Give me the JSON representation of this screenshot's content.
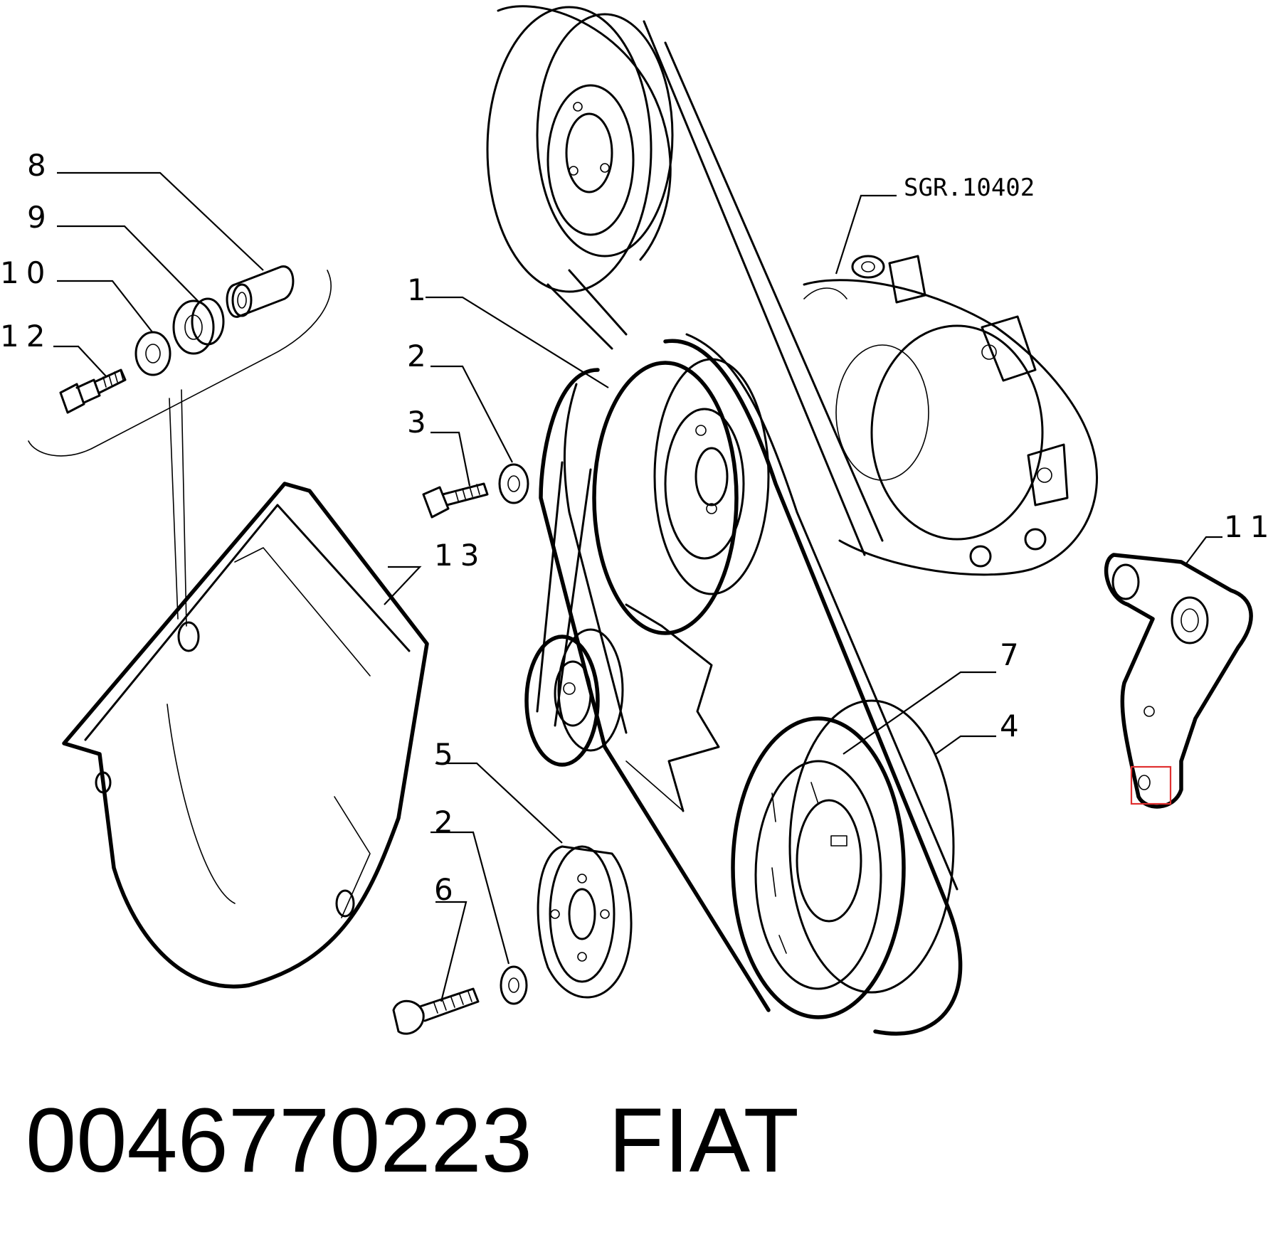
{
  "sheet_reference": "SGR.10402",
  "callouts": [
    {
      "id": "1",
      "label": "1"
    },
    {
      "id": "2a",
      "label": "2"
    },
    {
      "id": "2b",
      "label": "2"
    },
    {
      "id": "3",
      "label": "3"
    },
    {
      "id": "4",
      "label": "4"
    },
    {
      "id": "5",
      "label": "5"
    },
    {
      "id": "6",
      "label": "6"
    },
    {
      "id": "7",
      "label": "7"
    },
    {
      "id": "8",
      "label": "8"
    },
    {
      "id": "9",
      "label": "9"
    },
    {
      "id": "10",
      "label": "10"
    },
    {
      "id": "11",
      "label": "11"
    },
    {
      "id": "12",
      "label": "12"
    },
    {
      "id": "13",
      "label": "13"
    }
  ],
  "caption": {
    "part_number": "0046770223",
    "brand": "FIAT"
  },
  "colors": {
    "line": "#000000",
    "background": "#ffffff",
    "highlight_box": "#e03030"
  }
}
